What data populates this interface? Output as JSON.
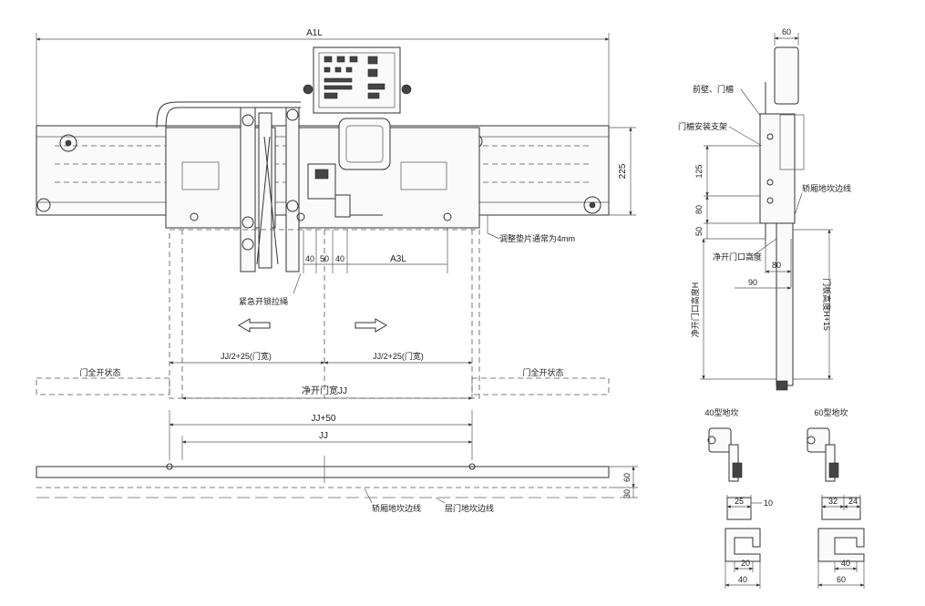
{
  "dims": {
    "a1l": "A1L",
    "h225": "225",
    "adjust_shim": "调整垫片通常为4mm",
    "d40a": "40",
    "d50": "50",
    "d40b": "40",
    "a3l": "A3L",
    "emergency": "紧急开锁拉绳",
    "half_left": "JJ/2+25(门宽)",
    "half_right": "JJ/2+25(门宽)",
    "open_left": "门全开状态",
    "open_right": "门全开状态",
    "clear_width": "净开门宽JJ",
    "jj50": "JJ+50",
    "jj": "JJ",
    "d60_right": "60",
    "d30_right": "30",
    "car_sill_line": "轿厢地坎边线",
    "landing_sill_line": "层门地坎边线"
  },
  "side": {
    "d60_top": "60",
    "front_wall": "前壁、门楣",
    "bracket": "门楣安装支架",
    "d125": "125",
    "d80_v": "80",
    "d50_v": "50",
    "car_sill_line": "轿厢地坎边线",
    "clear_height": "净开门口高度",
    "d80_h": "80",
    "d90": "90",
    "clear_height_h": "净开门口高度H",
    "panel_height": "门板高度H+15"
  },
  "sill40": {
    "title": "40型地坎",
    "d25": "25",
    "d10": "10",
    "d20": "20",
    "d40": "40"
  },
  "sill60": {
    "title": "60型地坎",
    "d32": "32",
    "d24": "24",
    "d40": "40",
    "d60": "60"
  }
}
